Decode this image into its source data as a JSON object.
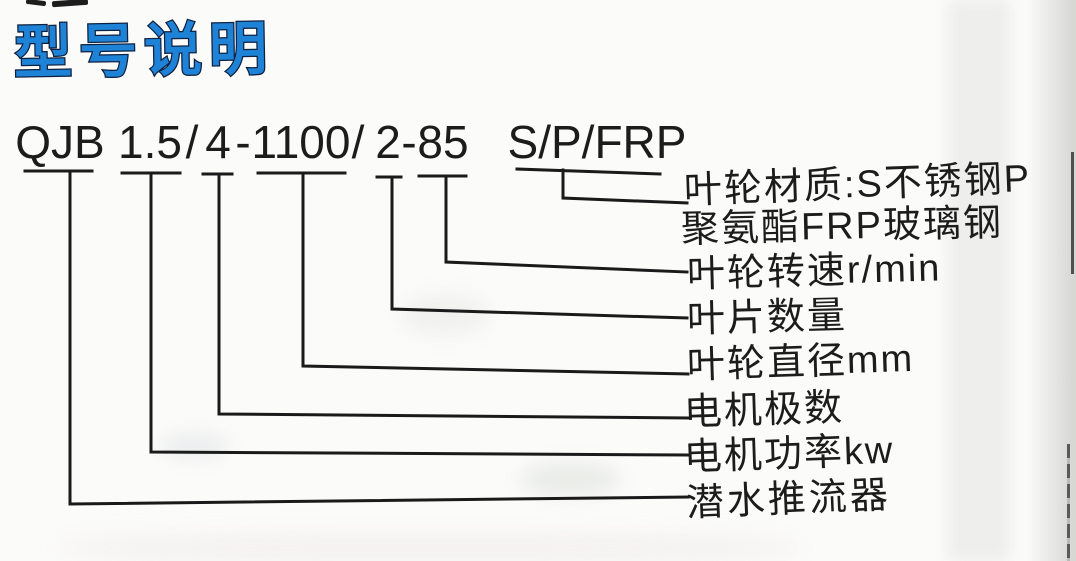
{
  "title": "型号说明",
  "model": {
    "full": "QJB1.5/4-1100/2-85 S/P/FRP",
    "segments": [
      {
        "text": "QJB"
      },
      {
        "text": "1.5"
      },
      {
        "text": "/"
      },
      {
        "text": "4"
      },
      {
        "text": "-"
      },
      {
        "text": "1100"
      },
      {
        "text": "/"
      },
      {
        "text": "2"
      },
      {
        "text": "-"
      },
      {
        "text": "85"
      },
      {
        "text": "S/P/FRP"
      }
    ]
  },
  "callouts": [
    {
      "code": "S/P/FRP",
      "label_line1": "叶轮材质:S不锈钢P",
      "label_line2": "聚氨酯FRP玻璃钢"
    },
    {
      "code": "85",
      "label": "叶轮转速r/min"
    },
    {
      "code": "2",
      "label": "叶片数量"
    },
    {
      "code": "1100",
      "label": "叶轮直径mm"
    },
    {
      "code": "4",
      "label": "电机极数"
    },
    {
      "code": "1.5",
      "label": "电机功率kw"
    },
    {
      "code": "QJB",
      "label": "潜水推流器"
    }
  ],
  "colors": {
    "title_fill": "#1e82d6",
    "title_stroke": "#0e2140",
    "ink": "#1c1c1c",
    "paper": "#fbfbf9"
  }
}
